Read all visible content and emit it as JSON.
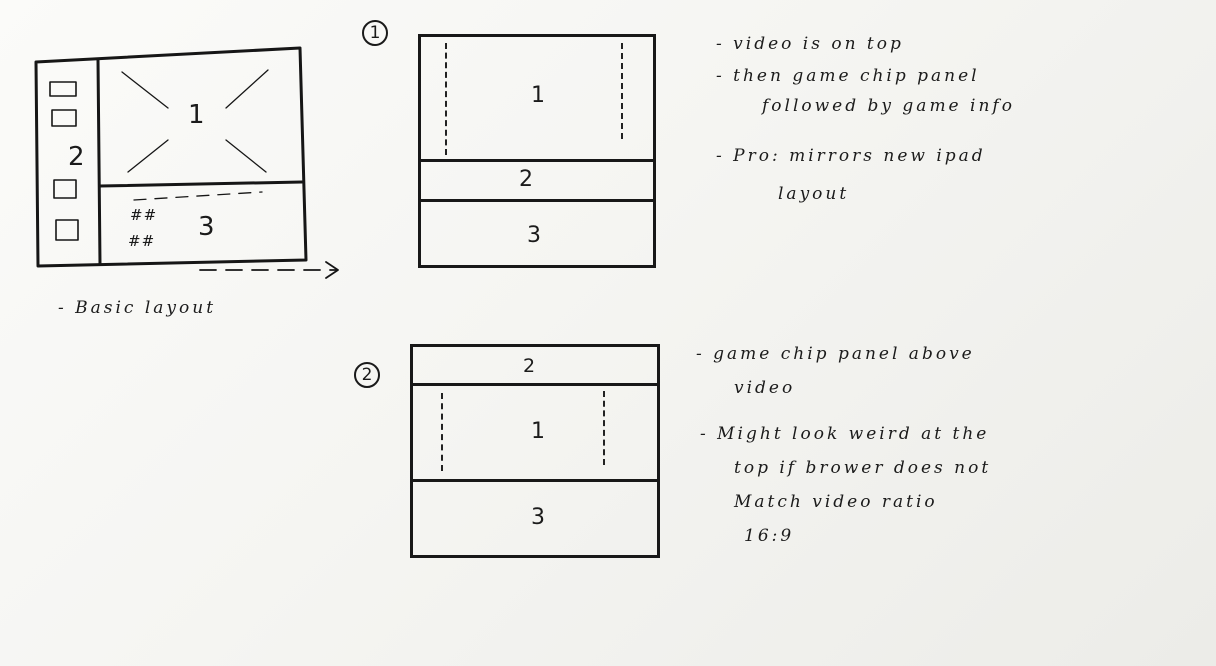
{
  "basic_layout": {
    "panel_video_label": "1",
    "panel_sidebar_label": "2",
    "panel_info_label": "3",
    "hash_row1": "##",
    "hash_row2": "##",
    "caption": "- Basic layout"
  },
  "option_1": {
    "badge": "1",
    "panel_video_label": "1",
    "panel_chips_label": "2",
    "panel_info_label": "3",
    "notes": [
      "- video is on top",
      "- then game chip panel",
      "followed by game info",
      "- Pro: mirrors new ipad",
      "layout"
    ]
  },
  "option_2": {
    "badge": "2",
    "panel_chips_label": "2",
    "panel_video_label": "1",
    "panel_info_label": "3",
    "notes": [
      "- game chip panel above",
      "video",
      "- Might look weird at the",
      "top if brower does not",
      "Match video ratio",
      "16:9"
    ]
  }
}
